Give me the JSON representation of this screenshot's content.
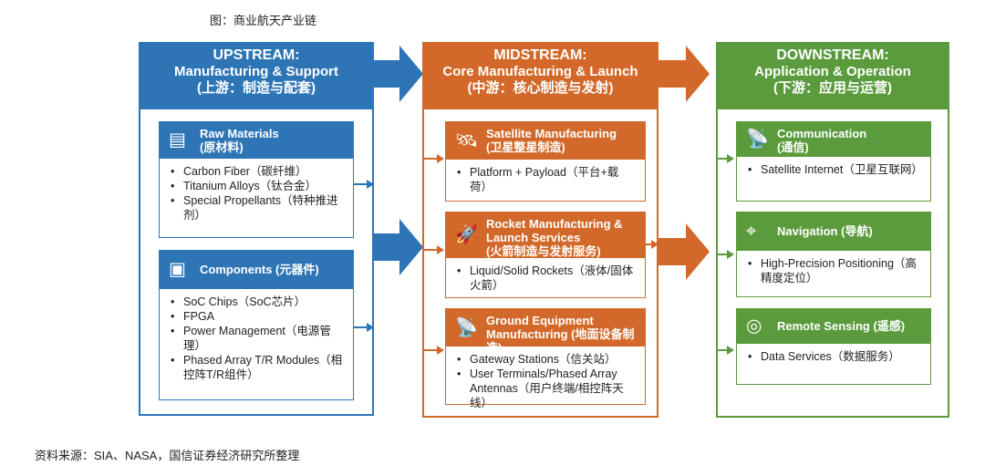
{
  "figure_title": "图：商业航天产业链",
  "source": "资料来源：SIA、NASA，国信证券经济研究所整理",
  "colors": {
    "upstream": "#2e75b6",
    "midstream": "#d2692a",
    "downstream": "#5b9b3d"
  },
  "columns": [
    {
      "title": "UPSTREAM:",
      "subtitle": "Manufacturing & Support",
      "cn": "(上游：制造与配套)",
      "cards": [
        {
          "icon": "ingots-icon",
          "title": "Raw Materials",
          "cn": "(原材料)",
          "items": [
            "Carbon Fiber（碳纤维）",
            "Titanium Alloys（钛合金）",
            "Special Propellants（特种推进剂）"
          ]
        },
        {
          "icon": "chip-icon",
          "title": "Components (元器件)",
          "cn": "",
          "items": [
            "SoC Chips（SoC芯片）",
            "FPGA",
            "Power Management（电源管理）",
            "Phased Array T/R Modules（相控阵T/R组件）"
          ]
        }
      ]
    },
    {
      "title": "MIDSTREAM:",
      "subtitle": "Core Manufacturing & Launch",
      "cn": "(中游：核心制造与发射)",
      "cards": [
        {
          "icon": "satellite-icon",
          "title": "Satellite Manufacturing",
          "cn": "(卫星整星制造)",
          "items": [
            "Platform + Payload（平台+载荷）"
          ]
        },
        {
          "icon": "rocket-icon",
          "title": "Rocket Manufacturing & Launch Services",
          "cn": "(火箭制造与发射服务)",
          "items": [
            "Liquid/Solid Rockets（液体/固体火箭）"
          ]
        },
        {
          "icon": "dish-icon",
          "title": "Ground Equipment",
          "cn": "Manufacturing (地面设备制造)",
          "items": [
            "Gateway Stations（信关站）",
            "User Terminals/Phased Array Antennas（用户终端/相控阵天线）"
          ]
        }
      ]
    },
    {
      "title": "DOWNSTREAM:",
      "subtitle": "Application & Operation",
      "cn": "(下游：应用与运营)",
      "cards": [
        {
          "icon": "antenna-icon",
          "title": "Communication",
          "cn": "(通信)",
          "items": [
            "Satellite Internet（卫星互联网）"
          ]
        },
        {
          "icon": "map-pin-icon",
          "title": "Navigation (导航)",
          "cn": "",
          "items": [
            "High-Precision Positioning（高精度定位）"
          ]
        },
        {
          "icon": "sensing-icon",
          "title": "Remote Sensing (遥感)",
          "cn": "",
          "items": [
            "Data Services（数据服务）"
          ]
        }
      ]
    }
  ]
}
